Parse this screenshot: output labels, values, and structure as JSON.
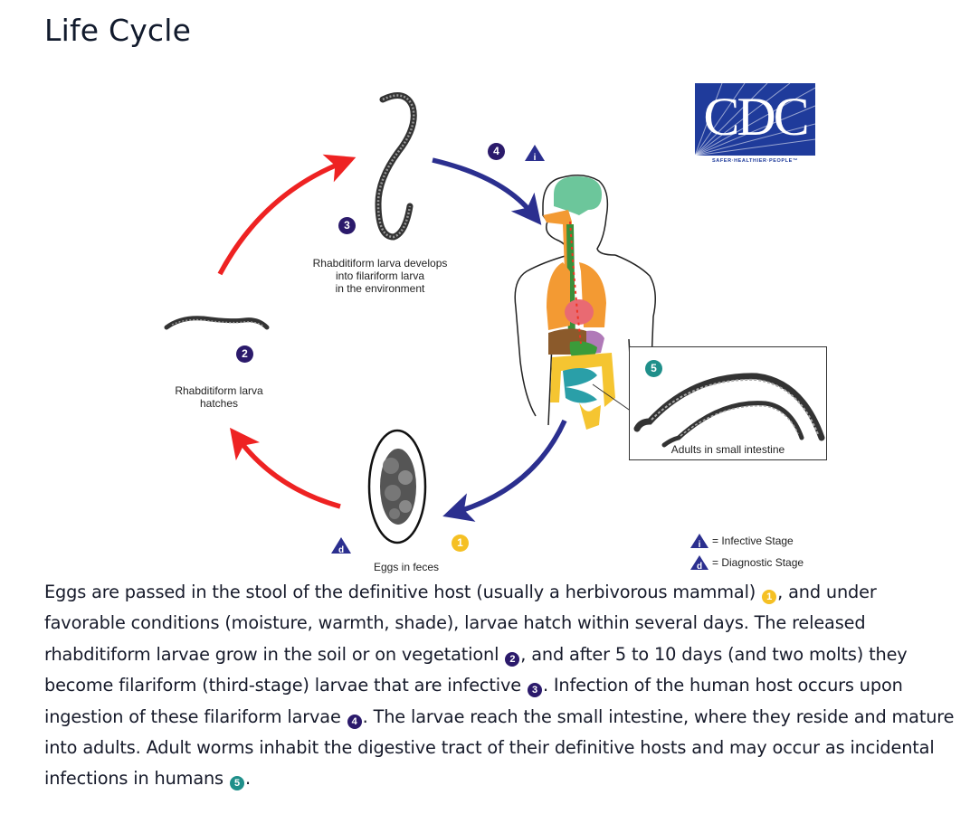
{
  "page": {
    "title": "Life Cycle"
  },
  "colors": {
    "stage_purple": "#2b1a6b",
    "stage_yellow": "#f5c024",
    "stage_teal": "#1f8f8a",
    "arrow_red": "#ee2222",
    "arrow_blue": "#2b2f8f",
    "cdc_blue": "#1f3b9b"
  },
  "logo": {
    "text": "CDC",
    "tagline": "SAFER·HEALTHIER·PEOPLE™"
  },
  "diagram": {
    "stages": [
      {
        "number": "1",
        "label": "Eggs in feces",
        "badge_color": "yellow"
      },
      {
        "number": "2",
        "label_lines": [
          "Rhabditiform larva",
          "hatches"
        ],
        "badge_color": "purple"
      },
      {
        "number": "3",
        "label_lines": [
          "Rhabditiform larva develops",
          "into filariform larva",
          "in the environment"
        ],
        "badge_color": "purple"
      },
      {
        "number": "4",
        "label": "",
        "badge_color": "purple"
      },
      {
        "number": "5",
        "label": "Adults in small intestine",
        "badge_color": "teal"
      }
    ],
    "stage_markers": {
      "infective": "i",
      "diagnostic": "d"
    },
    "legend": [
      {
        "symbol": "i",
        "text": "= Infective Stage"
      },
      {
        "symbol": "d",
        "text": "= Diagnostic Stage"
      }
    ]
  },
  "description": {
    "segments": [
      {
        "text": "Eggs are passed in the stool of the definitive host (usually a herbivorous mammal) "
      },
      {
        "badge": "1"
      },
      {
        "text": ", and under favorable conditions (moisture, warmth, shade), larvae hatch within several days. The released rhabditiform larvae grow in the soil or on vegetationl "
      },
      {
        "badge": "2"
      },
      {
        "text": ", and after 5 to 10 days (and two molts) they become filariform (third-stage) larvae that are infective "
      },
      {
        "badge": "3"
      },
      {
        "text": ". Infection of the human host occurs upon ingestion of these filariform larvae "
      },
      {
        "badge": "4"
      },
      {
        "text": ". The larvae reach the small intestine, where they reside and mature into adults. Adult worms inhabit the digestive tract of their definitive hosts and may occur as incidental infections in humans "
      },
      {
        "badge": "5"
      },
      {
        "text": "."
      }
    ]
  }
}
